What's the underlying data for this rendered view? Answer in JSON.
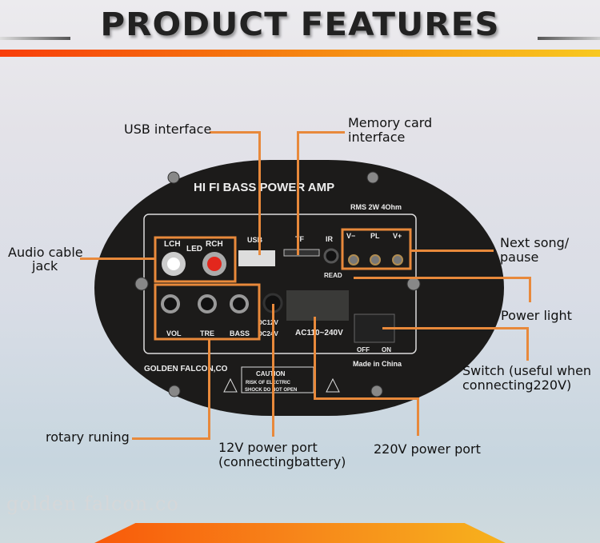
{
  "header": {
    "title": "PRODUCT FEATURES"
  },
  "panel": {
    "model": "HI FI BASS POWER AMP",
    "rms": "RMS 2W 4Ohm",
    "lch": "LCH",
    "led": "LED",
    "rch": "RCH",
    "usb": "USB",
    "tf": "TF",
    "ir": "IR",
    "v_minus": "V−",
    "pl": "PL",
    "v_plus": "V+",
    "read": "READ",
    "vol": "VOL",
    "tre": "TRE",
    "bass": "BASS",
    "dc12": "DC12V",
    "dc24": "DC24V",
    "ac": "AC110~240V",
    "off": "OFF",
    "on": "ON",
    "made": "Made in China",
    "brand": "GOLDEN FALCON,CO",
    "caution": "CAUTION",
    "risk1": "RISK OF ELECTRIC",
    "risk2": "SHOCK DO NOT OPEN"
  },
  "callouts": {
    "usb": "USB interface",
    "memory1": "Memory card",
    "memory2": "interface",
    "audio1": "Audio cable",
    "audio2": "jack",
    "next1": "Next song/",
    "next2": "pause",
    "power_light": "Power light",
    "switch1": "Switch (useful when",
    "switch2": "connecting220V)",
    "rotary": "rotary runing",
    "v12_1": "12V power port",
    "v12_2": "(connectingbattery)",
    "v220": "220V power port"
  },
  "watermark": "golden falcon.co",
  "colors": {
    "accent": "#e8893b",
    "panel": "#1c1b1a"
  }
}
